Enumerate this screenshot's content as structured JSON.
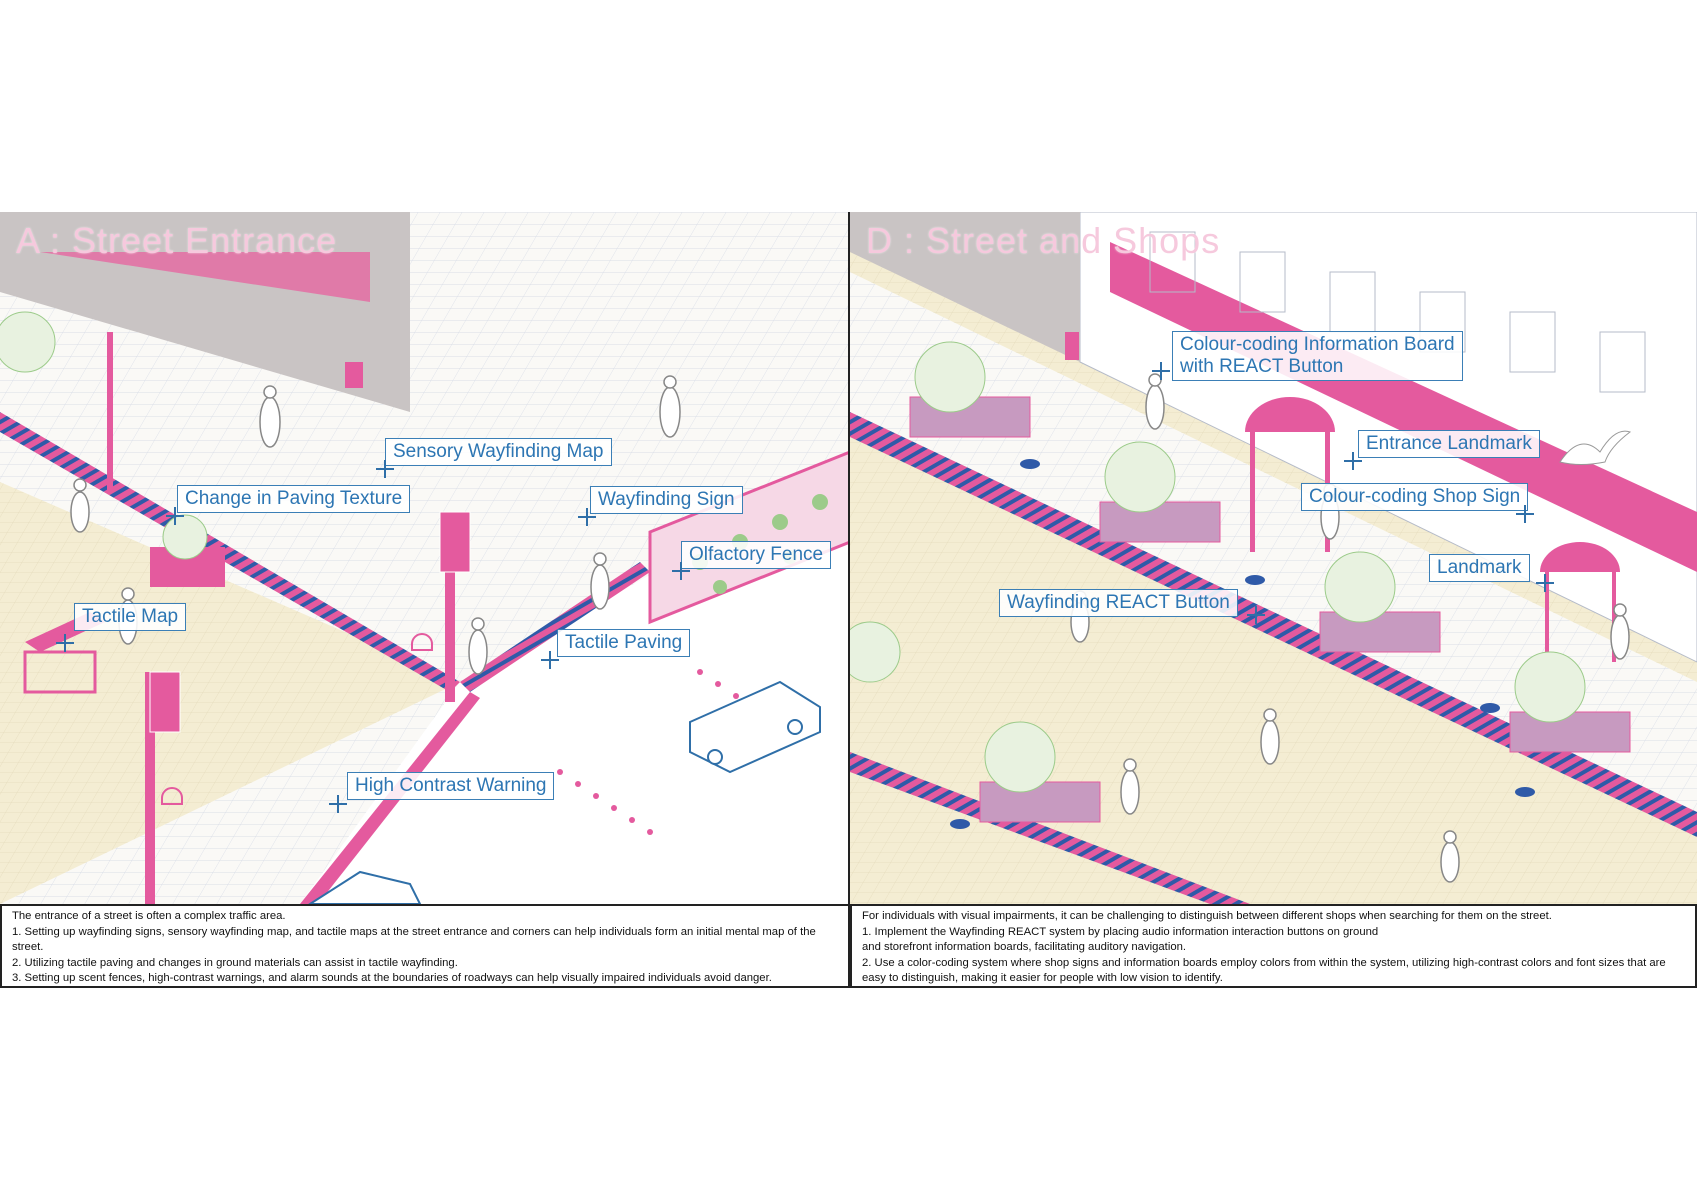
{
  "panel_a": {
    "title": "A : Street Entrance",
    "callouts": {
      "sensory_map": "Sensory Wayfinding Map",
      "paving_texture": "Change in Paving Texture",
      "wayfinding_sign": "Wayfinding Sign",
      "olfactory_fence": "Olfactory Fence",
      "tactile_map": "Tactile Map",
      "tactile_paving": "Tactile Paving",
      "high_contrast": "High Contrast Warning"
    },
    "description": {
      "lines": [
        "The entrance of a street is often a complex traffic area.",
        "1. Setting up wayfinding signs, sensory wayfinding map, and tactile maps at the street entrance and corners can help individuals form an initial mental map of the street.",
        "2. Utilizing tactile paving and changes in ground materials can assist in tactile wayfinding.",
        "3. Setting up scent fences, high-contrast warnings, and alarm sounds at the boundaries of roadways can help visually impaired individuals avoid danger."
      ]
    }
  },
  "panel_d": {
    "title": "D : Street and Shops",
    "callouts": {
      "info_board": "Colour-coding Information Board",
      "info_board_line2": "with REACT Button",
      "entrance_landmark": "Entrance Landmark",
      "shop_sign": "Colour-coding Shop Sign",
      "landmark": "Landmark",
      "react_button": "Wayfinding REACT Button"
    },
    "description": {
      "lines": [
        "For individuals with visual impairments, it can be challenging to distinguish between different shops when searching for them on the street.",
        "1. Implement the Wayfinding REACT system by placing audio information interaction buttons on ground",
        " and storefront information boards, facilitating auditory navigation.",
        "2. Use a color-coding system where shop signs and information boards employ colors from within the system, utilizing high-contrast colors and font sizes that are easy to distinguish, making it easier for people with low vision to identify."
      ]
    }
  },
  "colors": {
    "accent_pink": "#e45a9e",
    "tactile_blue": "#2f5aa8",
    "callout_blue": "#2d76b3",
    "building_grey": "#c9c4c4",
    "paving_cream": "#f3ecd2"
  }
}
